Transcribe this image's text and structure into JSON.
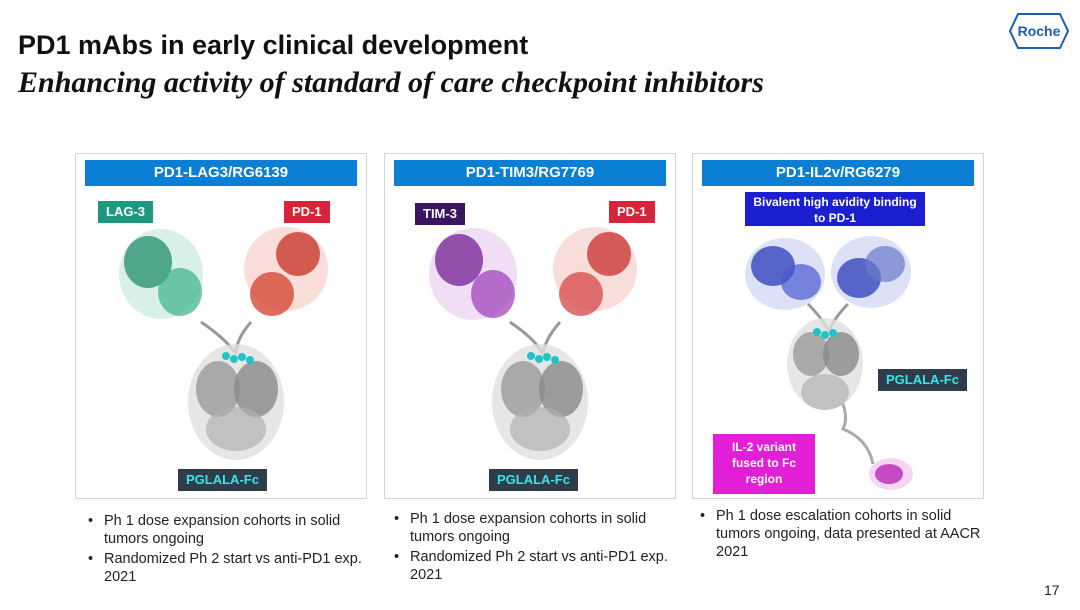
{
  "header": {
    "title": "PD1 mAbs in early clinical development",
    "subtitle": "Enhancing activity of standard of care checkpoint inhibitors",
    "logo_text": "Roche"
  },
  "panels": [
    {
      "title": "PD1-LAG3/RG6139",
      "labels": {
        "left": "LAG-3",
        "right": "PD-1",
        "fc": "PGLALA-Fc"
      },
      "colors": {
        "left": "#1e9980",
        "right": "#d6243a",
        "left_arm": "#2fa07e",
        "right_arm": "#cf4a3a"
      },
      "bullets": [
        "Ph 1 dose expansion cohorts in solid tumors ongoing",
        "Randomized Ph 2 start vs anti-PD1 exp. 2021"
      ]
    },
    {
      "title": "PD1-TIM3/RG7769",
      "labels": {
        "left": "TIM-3",
        "right": "PD-1",
        "fc": "PGLALA-Fc"
      },
      "colors": {
        "left": "#3a1560",
        "right": "#d6243a",
        "left_arm": "#8a3aa8",
        "right_arm": "#d65454"
      },
      "bullets": [
        "Ph 1 dose expansion cohorts in solid tumors ongoing",
        "Randomized Ph 2 start vs anti-PD1 exp. 2021"
      ]
    },
    {
      "title": "PD1-IL2v/RG6279",
      "labels": {
        "top": "Bivalent high avidity binding to PD-1",
        "fc": "PGLALA-Fc",
        "il2": "IL-2 variant fused to Fc region"
      },
      "colors": {
        "top": "#1b1fd0",
        "il2": "#e21ed6",
        "arm": "#3040c0",
        "il2_mol": "#c030b8"
      },
      "bullets": [
        "Ph 1 dose escalation cohorts in solid tumors ongoing, data presented at AACR 2021"
      ]
    }
  ],
  "page_number": "17"
}
